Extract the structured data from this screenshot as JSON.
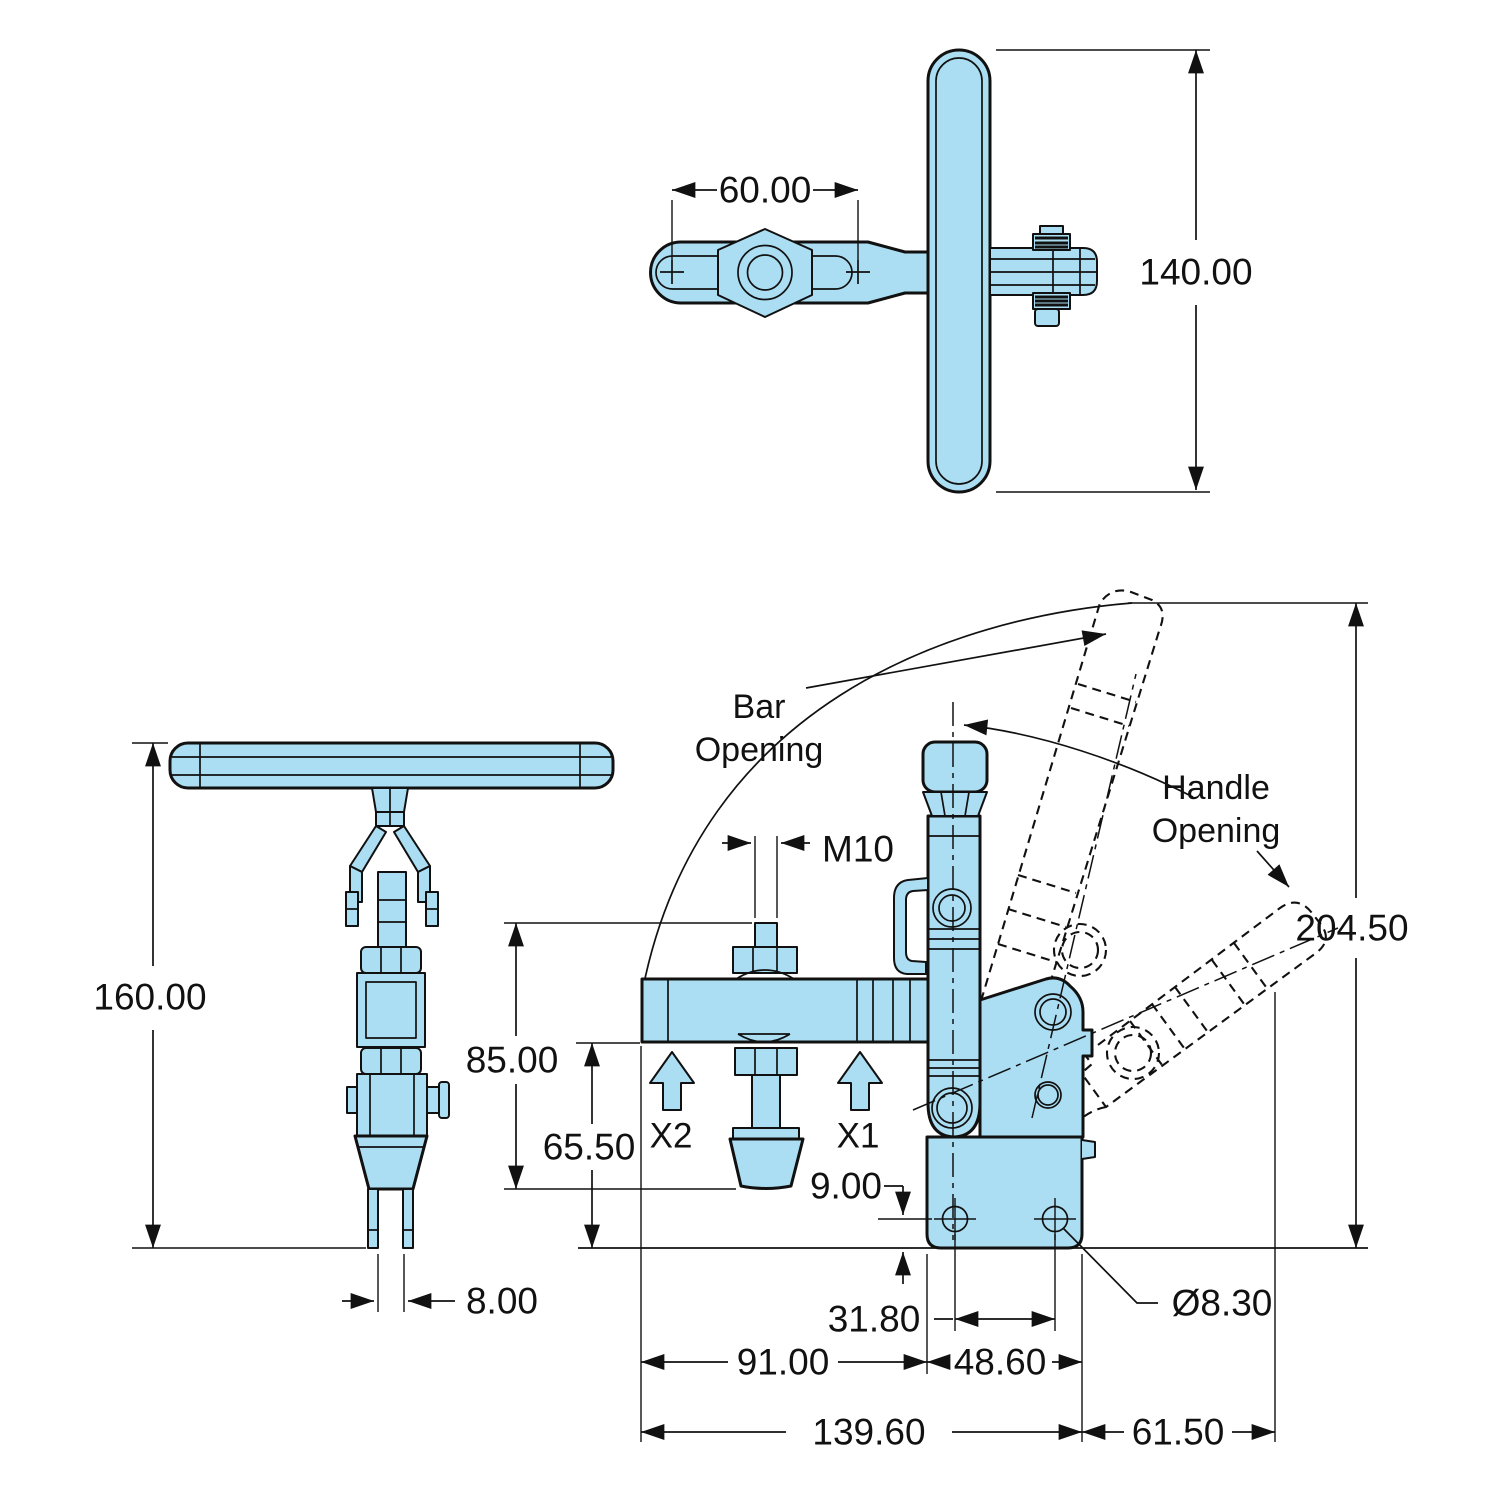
{
  "drawing": {
    "colors": {
      "part_fill": "#ABDEF3",
      "line": "#111111",
      "background": "#FFFFFF"
    },
    "top_view": {
      "dim_slot_span": "60.00",
      "dim_handle_length": "140.00"
    },
    "side_view": {
      "dim_overall_height": "160.00",
      "dim_prong_gap": "8.00"
    },
    "front_view": {
      "label_bar_opening_1": "Bar",
      "label_bar_opening_2": "Opening",
      "label_handle_opening_1": "Handle",
      "label_handle_opening_2": "Opening",
      "label_thread": "M10",
      "label_force_x2": "X2",
      "label_force_x1": "X1",
      "dim_spindle_length": "85.00",
      "dim_bar_height": "65.50",
      "dim_hole_offset": "9.00",
      "dim_hole_spacing": "31.80",
      "dim_reach": "91.00",
      "dim_base_width": "48.60",
      "dim_total_reach": "139.60",
      "dim_handle_overhang": "61.50",
      "dim_open_height": "204.50",
      "dim_hole_diameter": "Ø8.30"
    }
  }
}
